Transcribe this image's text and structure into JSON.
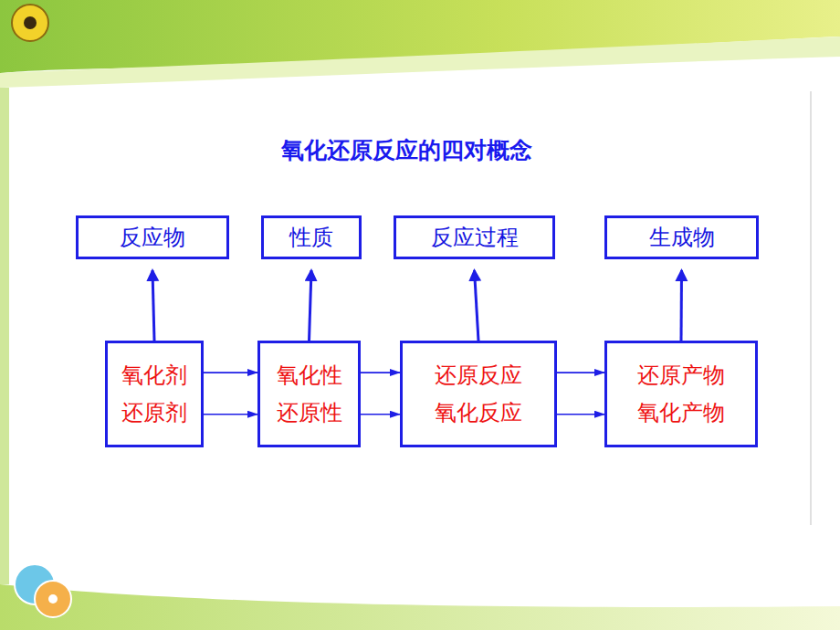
{
  "diagram": {
    "title": "氧化还原反应的四对概念",
    "nodes": [
      {
        "text": [
          "反应物"
        ]
      },
      {
        "text": [
          "性质"
        ]
      },
      {
        "text": [
          "反应过程"
        ]
      },
      {
        "text": [
          "生成物"
        ]
      },
      {
        "text": [
          "氧化剂",
          "还原剂"
        ]
      },
      {
        "text": [
          "氧化性",
          "还原性"
        ]
      },
      {
        "text": [
          "还原反应",
          "氧化反应"
        ]
      },
      {
        "text": [
          "还原产物",
          "氧化产物"
        ]
      }
    ],
    "edges": [
      {
        "from": 4,
        "to": 0,
        "arrow": "to"
      },
      {
        "from": 5,
        "to": 1,
        "arrow": "to"
      },
      {
        "from": 6,
        "to": 2,
        "arrow": "to"
      },
      {
        "from": 7,
        "to": 3,
        "arrow": "to"
      },
      {
        "from": 4,
        "to": 5,
        "arrow": "to"
      },
      {
        "from": 4,
        "to": 5,
        "arrow": "to"
      },
      {
        "from": 5,
        "to": 6,
        "arrow": "to"
      },
      {
        "from": 5,
        "to": 6,
        "arrow": "to"
      },
      {
        "from": 6,
        "to": 7,
        "arrow": "to"
      },
      {
        "from": 6,
        "to": 7,
        "arrow": "to"
      }
    ]
  }
}
